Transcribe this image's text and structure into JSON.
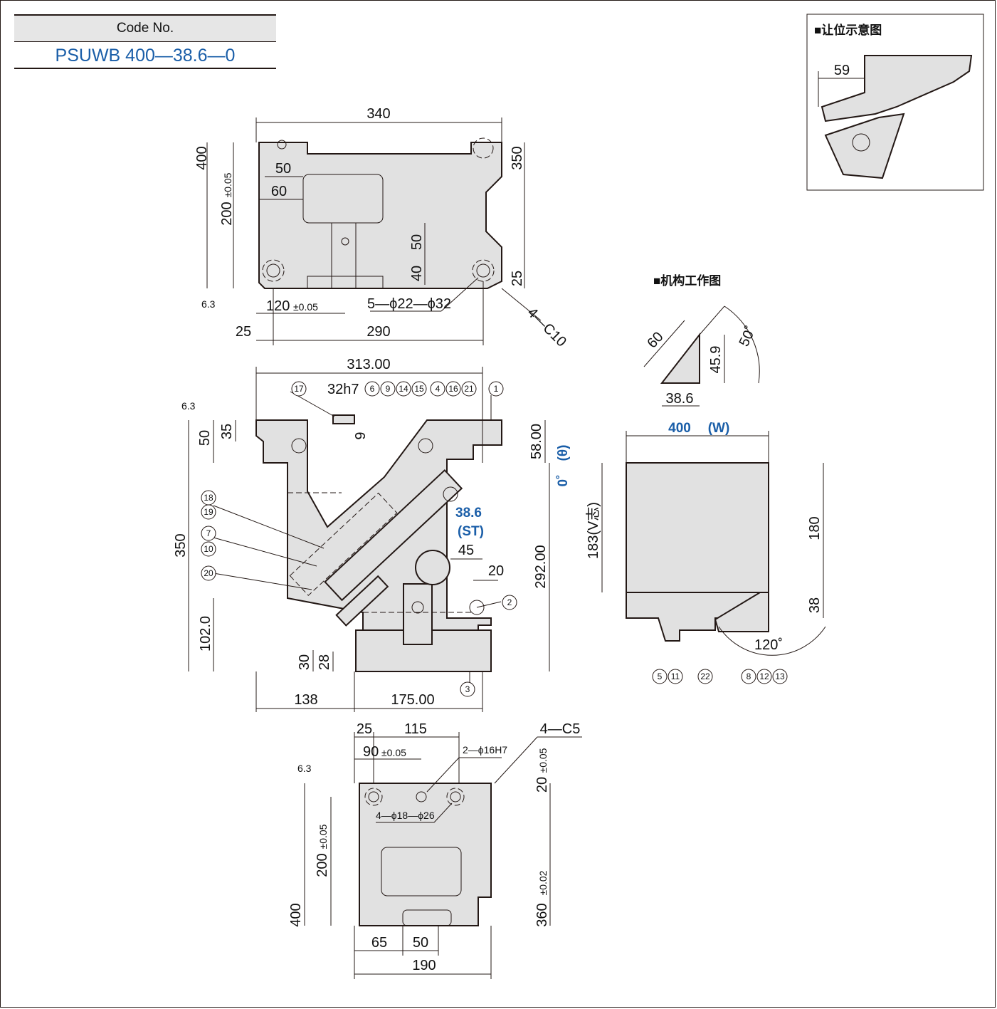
{
  "code_box": {
    "header": "Code No.",
    "value": "PSUWB 400—38.6—0"
  },
  "insets": {
    "clearance_title": "■让位示意图",
    "mechanism_title": "■机构工作图"
  },
  "top_view": {
    "d340": "340",
    "d400": "400",
    "d350": "350",
    "d200": "200",
    "d200_tol": "±0.05",
    "d50a": "50",
    "d60": "60",
    "d50b": "50",
    "d40": "40",
    "d25": "25",
    "d120": "120",
    "d120_tol": "±0.05",
    "d25b": "25",
    "d290": "290",
    "holes": "5—ϕ22—ϕ32",
    "chamfer": "4—C10",
    "rough": "6.3"
  },
  "front_view": {
    "d313": "313.00",
    "d32h7": "32h7",
    "d9": "9",
    "d35": "35",
    "d50": "50",
    "d58": "58.00",
    "angle0": "0˚",
    "theta": "(θ)",
    "st_val": "38.6",
    "st": "(ST)",
    "d45": "45",
    "d20": "20",
    "d350": "350",
    "d292": "292.00",
    "d102": "102.0",
    "d30": "30",
    "d28": "28",
    "d138": "138",
    "d175": "175.00",
    "rough": "6.3"
  },
  "part_labels": {
    "p17": "17",
    "p6": "6",
    "p9": "9",
    "p14": "14",
    "p15": "15",
    "p4": "4",
    "p16": "16",
    "p21": "21",
    "p1": "1",
    "p18": "18",
    "p19": "19",
    "p7": "7",
    "p10": "10",
    "p20": "20",
    "p2": "2",
    "p3": "3",
    "p5": "5",
    "p11": "11",
    "p22": "22",
    "p8": "8",
    "p12": "12",
    "p13": "13"
  },
  "bottom_view": {
    "d25": "25",
    "d115": "115",
    "chamfer": "4—C5",
    "d90": "90",
    "d90_tol": "±0.05",
    "pins": "2—ϕ16H7",
    "d20": "20",
    "d20_tol": "±0.05",
    "holes": "4—ϕ18—ϕ26",
    "d400": "400",
    "d200": "200",
    "d200_tol": "±0.05",
    "d360": "360",
    "d360_tol": "±0.02",
    "d65": "65",
    "d50": "50",
    "d190": "190",
    "rough": "6.3"
  },
  "mechanism": {
    "d60": "60",
    "d45_9": "45.9",
    "a50": "50˚",
    "d38_6": "38.6",
    "w": "400",
    "w_tag": "(W)",
    "d183": "183(V志)",
    "d180": "180",
    "d38": "38",
    "a120": "120˚"
  },
  "clearance": {
    "d59": "59"
  }
}
